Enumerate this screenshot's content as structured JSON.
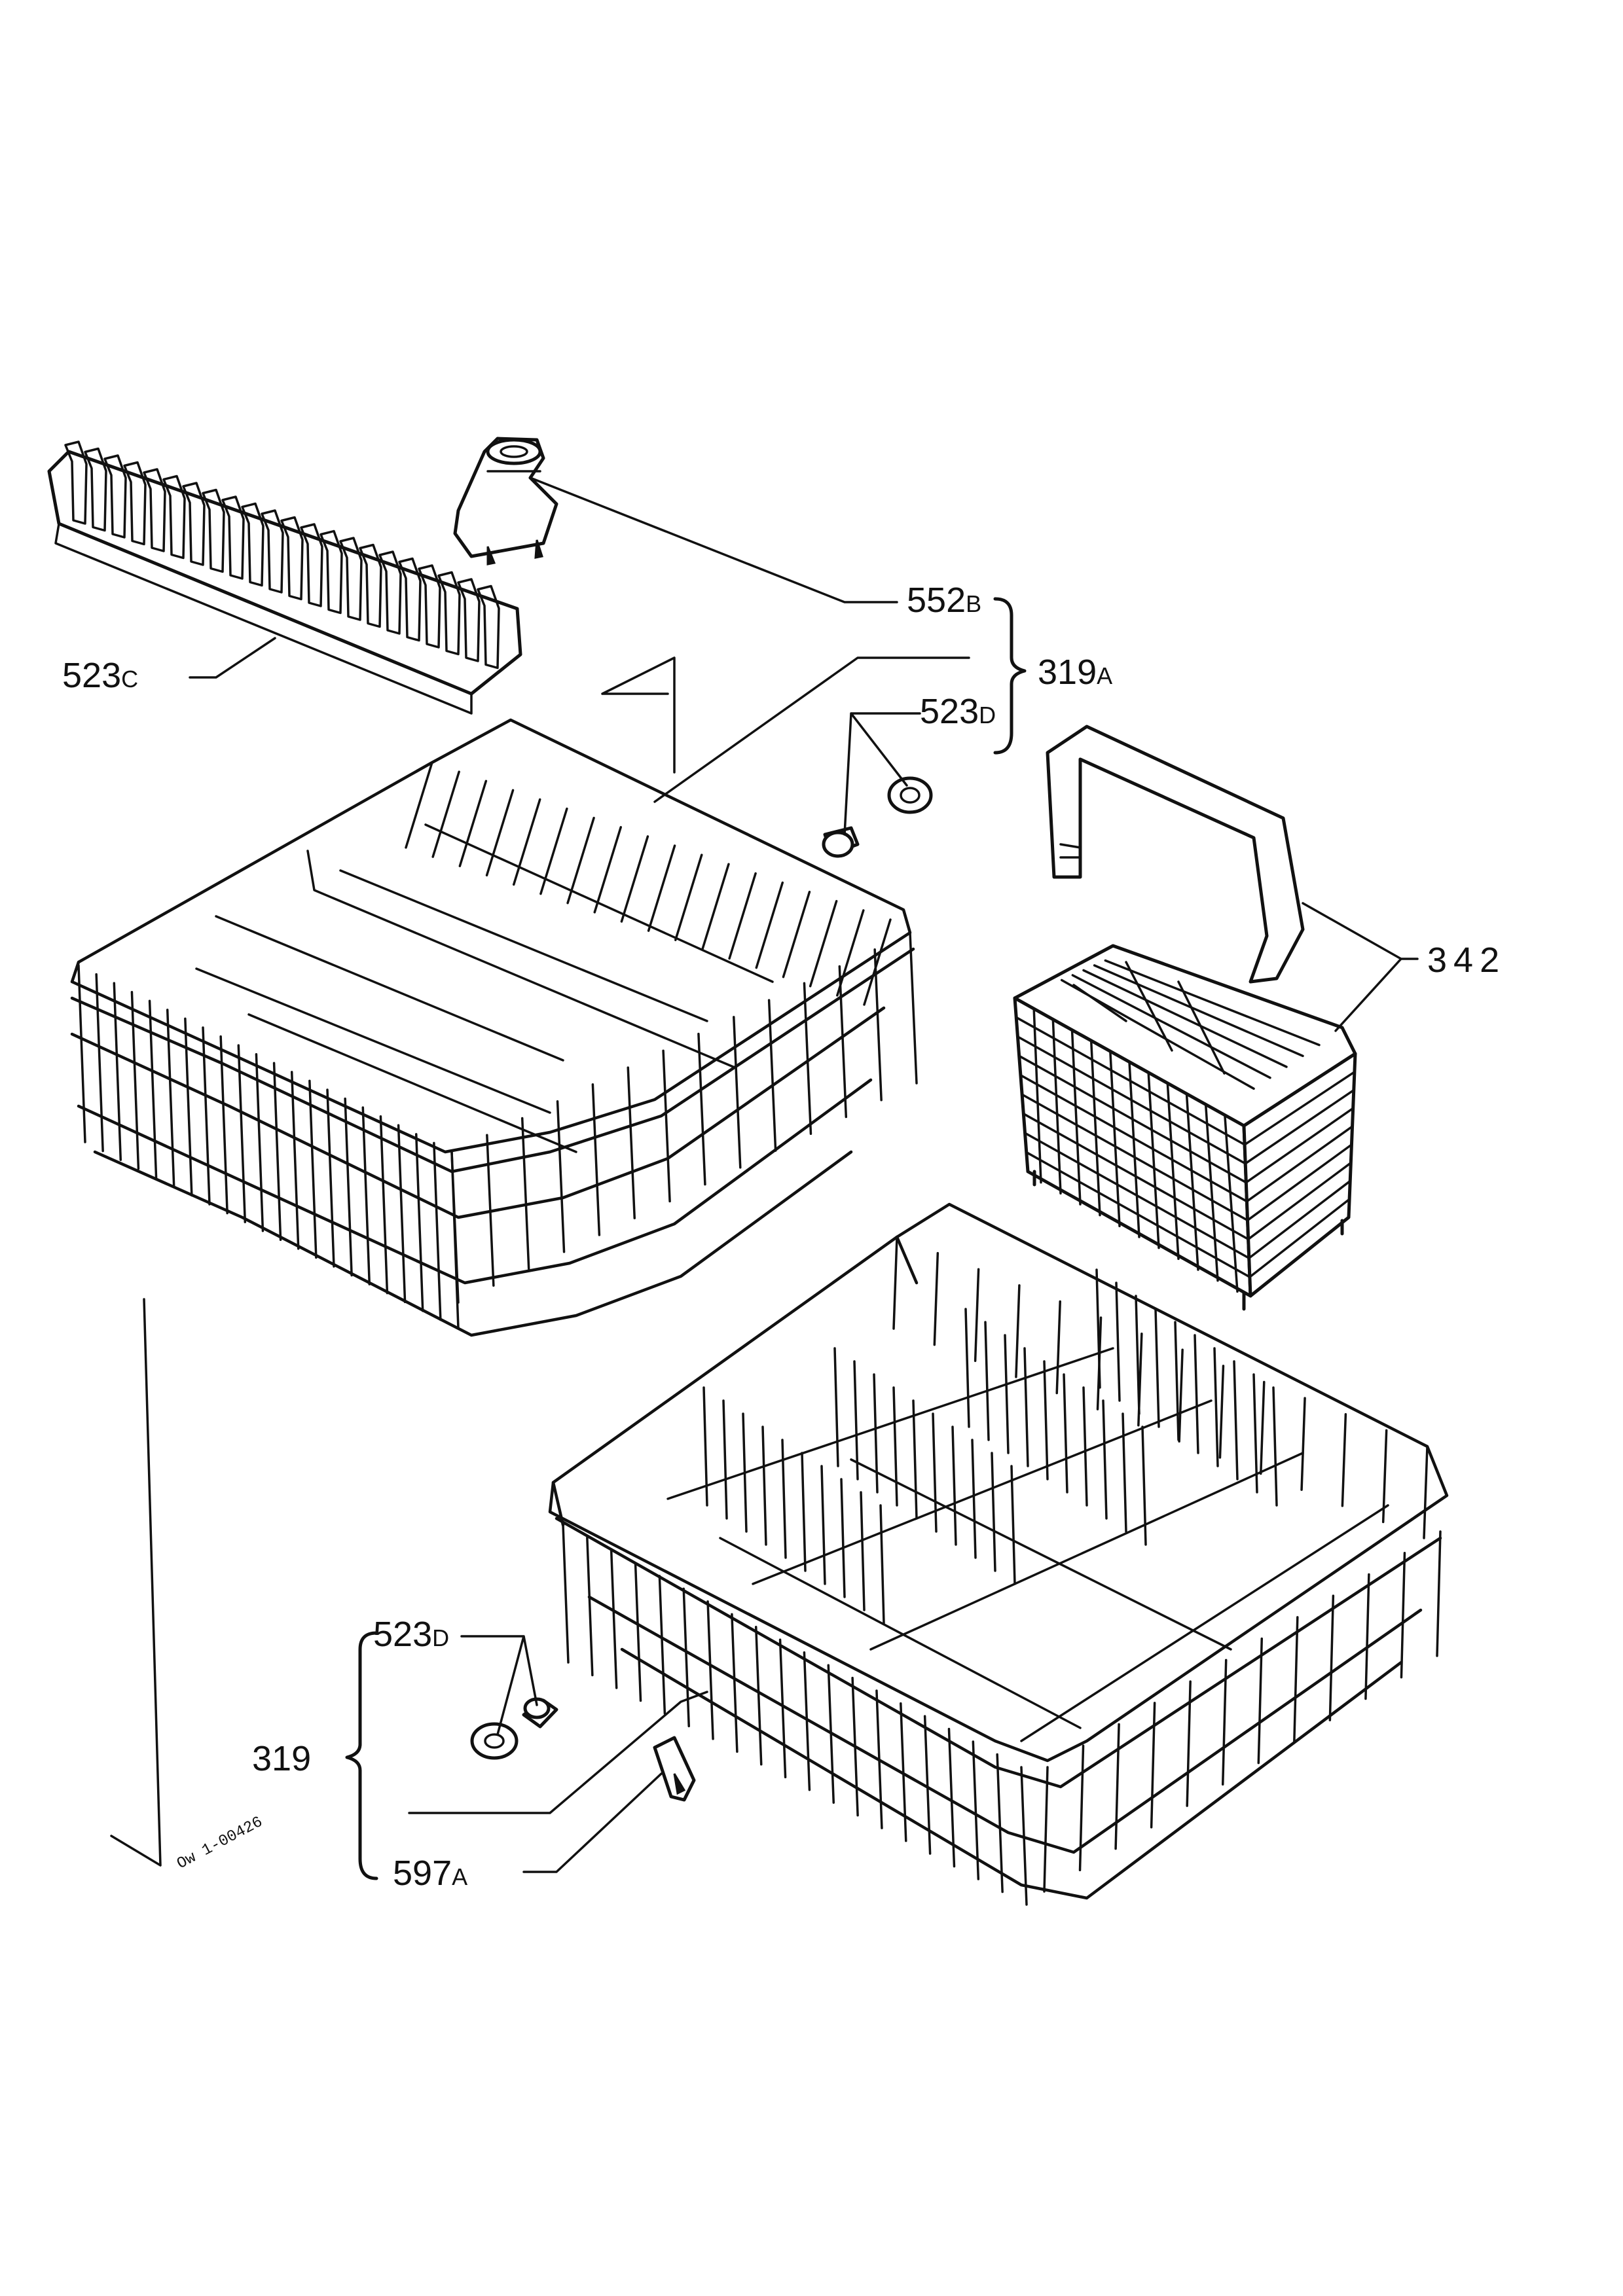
{
  "diagram": {
    "labels": {
      "upper_rack_handle": {
        "num": "552",
        "suffix": "B"
      },
      "upper_rack_assembly": {
        "num": "319",
        "suffix": "A"
      },
      "upper_rack_wheel": {
        "num": "523",
        "suffix": "D"
      },
      "cup_shelf": {
        "num": "523",
        "suffix": "C"
      },
      "cutlery_basket": {
        "num": "342",
        "suffix": ""
      },
      "lower_rack_wheel": {
        "num": "523",
        "suffix": "D"
      },
      "lower_rack_assembly": {
        "num": "319",
        "suffix": ""
      },
      "lower_rack_clip": {
        "num": "597",
        "suffix": "A"
      }
    },
    "stamp": "Ow 1-00426"
  }
}
